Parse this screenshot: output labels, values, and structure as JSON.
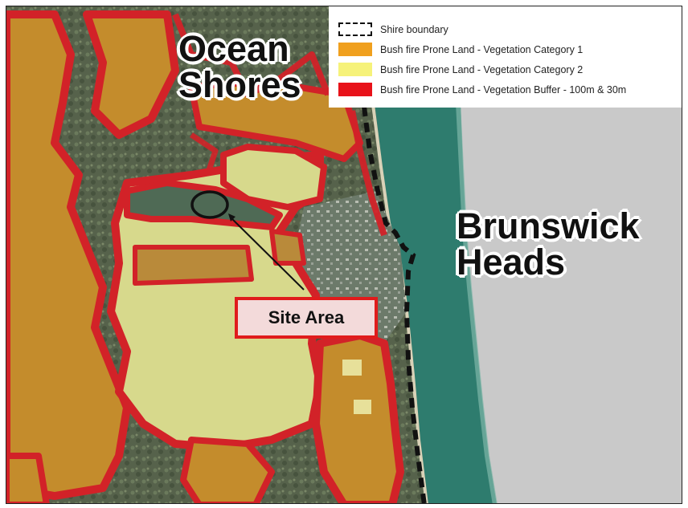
{
  "map": {
    "town_labels": {
      "ocean_shores": [
        "Ocean",
        "Shores"
      ],
      "brunswick_heads": [
        "Brunswick",
        "Heads"
      ]
    },
    "legend": {
      "items": [
        {
          "label": "Shire boundary",
          "style": "dashed",
          "color": "#111111"
        },
        {
          "label": "Bush fire Prone Land - Vegetation Category 1",
          "style": "fill",
          "color": "#f0a01e"
        },
        {
          "label": "Bush fire Prone Land - Vegetation Category 2",
          "style": "fill",
          "color": "#f6f27a"
        },
        {
          "label": "Bush fire Prone Land - Vegetation Buffer - 100m & 30m",
          "style": "fill",
          "color": "#e8121a"
        }
      ]
    },
    "callout": {
      "label": "Site Area"
    },
    "colors": {
      "category_1": "#c8922c",
      "category_2": "#d8da8a",
      "buffer": "#d22228",
      "ocean": "#2f7f70",
      "sea_grey": "#c8c8c8",
      "vegetation": "#55614a"
    }
  }
}
